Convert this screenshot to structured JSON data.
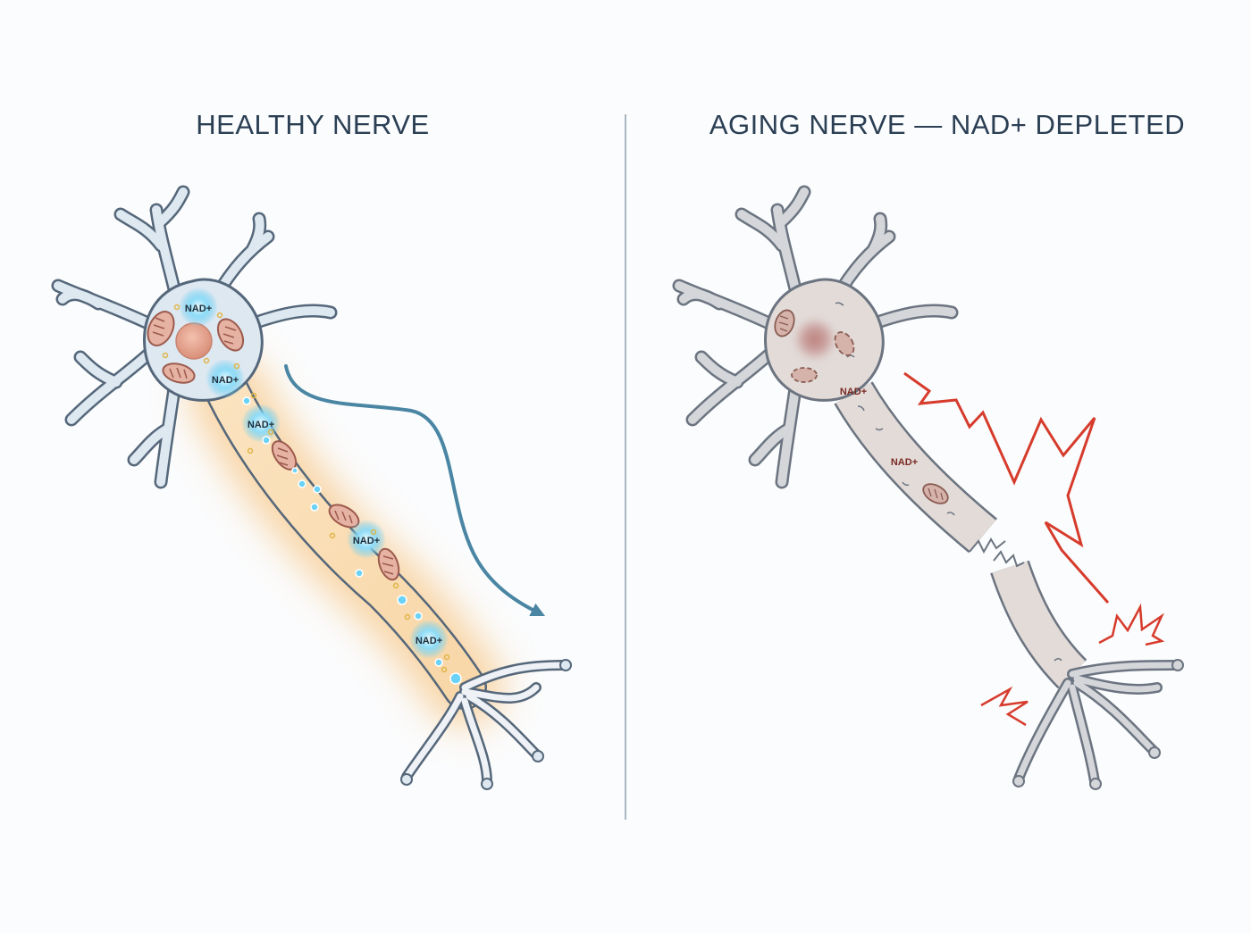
{
  "panels": {
    "left": {
      "title": "HEALTHY NERVE"
    },
    "right": {
      "title": "AGING NERVE — NAD+ DEPLETED"
    }
  },
  "nad_labels": {
    "healthy": [
      "NAD+",
      "NAD+",
      "NAD+",
      "NAD+",
      "NAD+"
    ],
    "aging": [
      "NAD+",
      "NAD+"
    ]
  },
  "colors": {
    "title": "#2b3f54",
    "healthy_outline": "#55677a",
    "healthy_fill": "#dde8f1",
    "axon_glow": "#f6b760",
    "nad_glow": "#5cc8f2",
    "signal_arrow": "#4a86a3",
    "mitochondria": "#9b5a4c",
    "aging_outline": "#6b7480",
    "aging_fill": "#e2dbd8",
    "pain_signal": "#d63b2c"
  },
  "icons": {
    "signal": "curved-arrow",
    "pain": "zigzag-lightning",
    "organelle": "mitochondrion"
  }
}
